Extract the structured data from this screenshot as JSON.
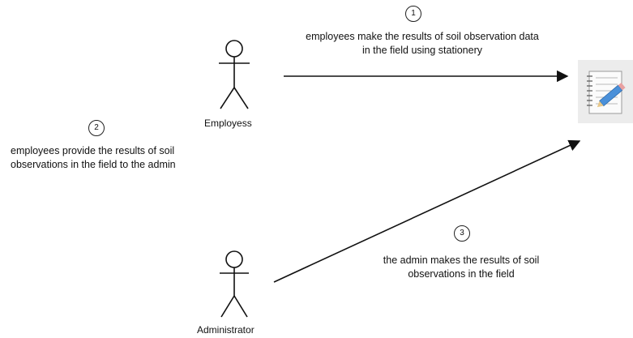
{
  "actors": {
    "employee": {
      "name": "Employess"
    },
    "admin": {
      "name": "Administrator"
    }
  },
  "steps": [
    {
      "number": "1",
      "text": "employees make the results of soil observation data in the field using stationery"
    },
    {
      "number": "2",
      "text": "employees provide the results of soil observations in the field to the admin"
    },
    {
      "number": "3",
      "text": "the admin makes the results of soil observations in the field"
    }
  ],
  "document": {
    "icon": "notepad-pencil-icon"
  },
  "colors": {
    "stroke": "#111111",
    "icon_bg": "#eeeeee",
    "pencil": "#4a90d9"
  }
}
